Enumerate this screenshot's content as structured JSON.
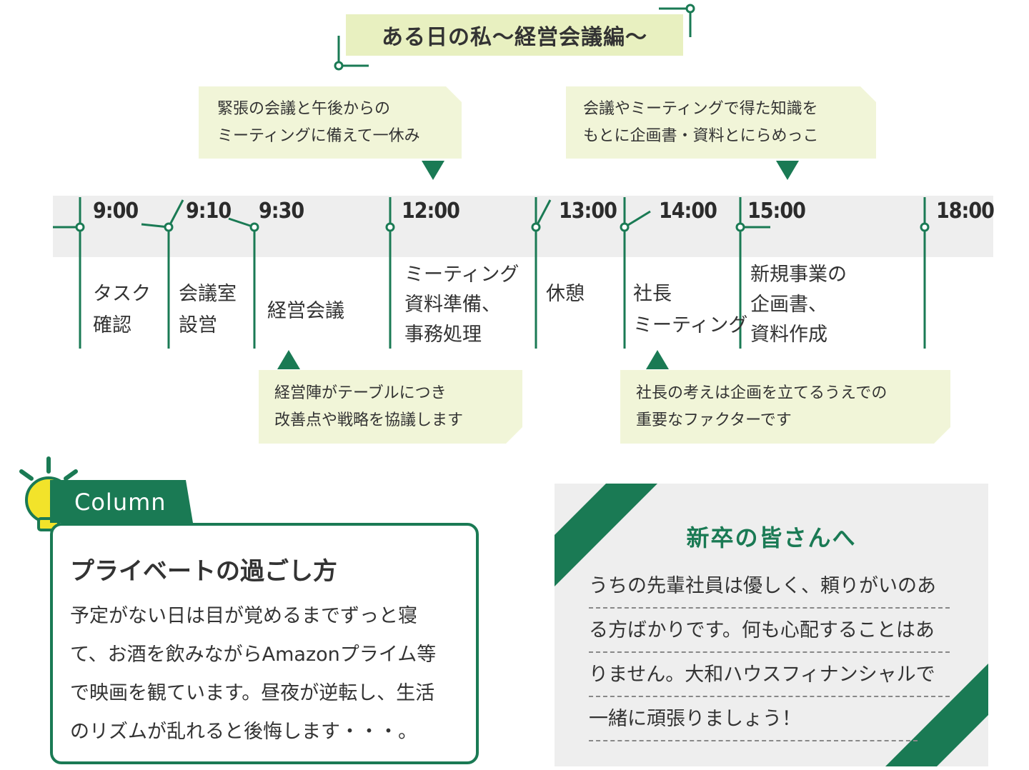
{
  "title": "ある日の私〜経営会議編〜",
  "balloons": {
    "b1": [
      "緊張の会議と午後からの",
      "ミーティングに備えて一休み"
    ],
    "b2": [
      "会議やミーティングで得た知識を",
      "もとに企画書・資料とにらめっこ"
    ],
    "b3": [
      "経営陣がテーブルにつき",
      "改善点や戦略を協議します"
    ],
    "b4": [
      "社長の考えは企画を立てるうえでの",
      "重要なファクターです"
    ]
  },
  "times": [
    "9:00",
    "9:10",
    "9:30",
    "12:00",
    "13:00",
    "14:00",
    "15:00",
    "18:00"
  ],
  "tasks": {
    "t1": [
      "タスク",
      "確認"
    ],
    "t2": [
      "会議室",
      "設営"
    ],
    "t3": [
      "経営会議"
    ],
    "t4": [
      "ミーティング",
      "資料準備、",
      "事務処理"
    ],
    "t5": [
      "休憩"
    ],
    "t6": [
      "社長",
      "ミーティング"
    ],
    "t7": [
      "新規事業の",
      "企画書、",
      "資料作成"
    ]
  },
  "column": {
    "tab_label": "Column",
    "heading": "プライベートの過ごし方",
    "lines": [
      "予定がない日は目が覚めるまでずっと寝",
      "て、お酒を飲みながらAmazonプライム等",
      "で映画を観ています。昼夜が逆転し、生活",
      "のリズムが乱れると後悔します・・・。"
    ]
  },
  "message": {
    "title": "新卒の皆さんへ",
    "lines": [
      "うちの先輩社員は優しく、頼りがいのあ",
      "る方ばかりです。何も心配することはあ",
      "りません。大和ハウスフィナンシャルで",
      "一緒に頑張りましょう！"
    ]
  },
  "colors": {
    "accent": "#1a7a54",
    "balloon": "#f1f5d8",
    "title_bg": "#e8f0c0",
    "band": "#eeeeee"
  },
  "icons": {
    "column_icon": "lightbulb-icon"
  }
}
